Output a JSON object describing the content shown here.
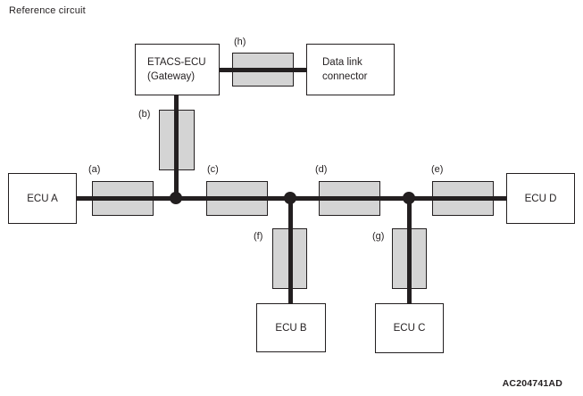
{
  "title": "Reference circuit",
  "figure_code": "AC204741AD",
  "colors": {
    "line": "#231f20",
    "connector_fill": "#d4d4d4",
    "box_fill": "#ffffff",
    "background": "#ffffff"
  },
  "nodes": {
    "etacs_gateway": {
      "line1": "ETACS-ECU",
      "line2": "(Gateway)"
    },
    "data_link_connector": {
      "line1": "Data link",
      "line2": "connector"
    },
    "ecu_a": {
      "label": "ECU A"
    },
    "ecu_b": {
      "label": "ECU B"
    },
    "ecu_c": {
      "label": "ECU C"
    },
    "ecu_d": {
      "label": "ECU D"
    }
  },
  "connectors": {
    "a": "(a)",
    "b": "(b)",
    "c": "(c)",
    "d": "(d)",
    "e": "(e)",
    "f": "(f)",
    "g": "(g)",
    "h": "(h)"
  }
}
